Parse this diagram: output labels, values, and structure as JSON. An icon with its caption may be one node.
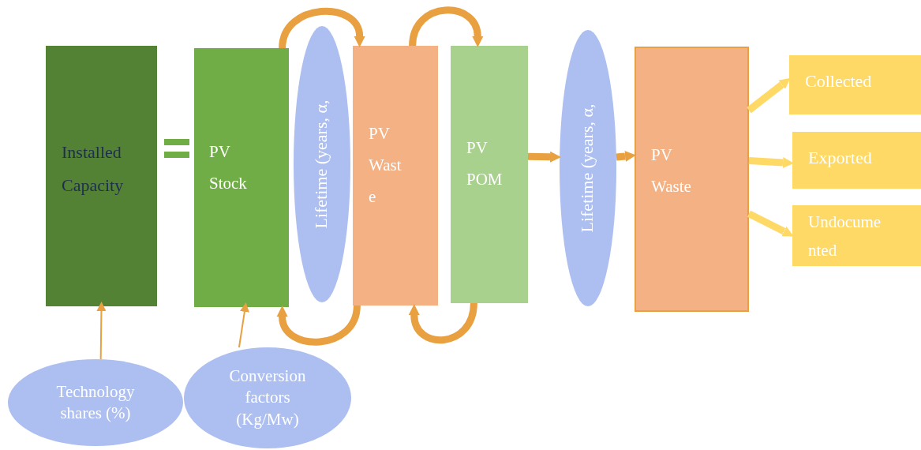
{
  "diagram": {
    "nodes": [
      {
        "text": [
          "Installed Capacity"
        ]
      },
      {
        "text": [
          "PV Stock"
        ]
      },
      {
        "text": [
          "Lifetime (years, α,"
        ]
      },
      {
        "text": [
          "PV Waste"
        ]
      },
      {
        "text": [
          "PV POM"
        ]
      },
      {
        "text": [
          "Lifetime (years, α,"
        ]
      },
      {
        "text": [
          "PV Waste"
        ]
      },
      {
        "text": [
          "Collected"
        ]
      },
      {
        "text": [
          "Exported"
        ]
      },
      {
        "text": [
          "Undocumented"
        ]
      },
      {
        "text": [
          "Technology shares (%)"
        ]
      },
      {
        "text": [
          "Conversion factors (Kg/Mw)"
        ]
      }
    ],
    "edges": [
      {
        "from": 10,
        "to": 0,
        "arrow": "to"
      },
      {
        "from": 11,
        "to": 1,
        "arrow": "to"
      },
      {
        "from": 1,
        "to": 3,
        "arrow": "to"
      },
      {
        "from": 3,
        "to": 1,
        "arrow": "to"
      },
      {
        "from": 3,
        "to": 4,
        "arrow": "to"
      },
      {
        "from": 4,
        "to": 3,
        "arrow": "to"
      },
      {
        "from": 4,
        "to": 5,
        "arrow": "to"
      },
      {
        "from": 5,
        "to": 6,
        "arrow": "to"
      },
      {
        "from": 6,
        "to": 7,
        "arrow": "to",
        "color": "#ffd966"
      },
      {
        "from": 6,
        "to": 8,
        "arrow": "to",
        "color": "#ffd966"
      },
      {
        "from": 6,
        "to": 9,
        "arrow": "to",
        "color": "#ffd966"
      }
    ]
  }
}
